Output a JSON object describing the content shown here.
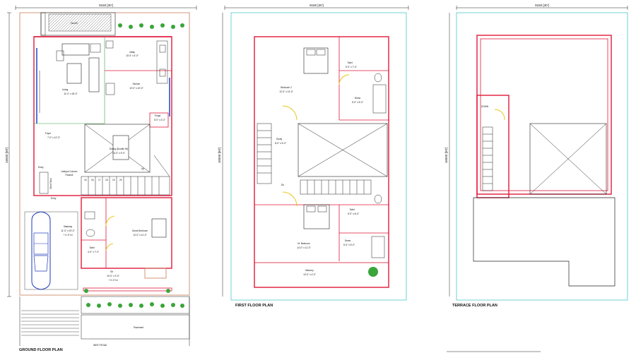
{
  "ground_floor": {
    "title": "GROUND FLOOR PLAN",
    "width_dim": "9150 [30']",
    "depth_dim": "16550 [50']",
    "rooms": {
      "duct": "Duct/S",
      "utility": "Utility",
      "utility_size": "10'-0\" x 4'-0\"",
      "living": "Living",
      "living_size": "11'-0\" x 18'-0\"",
      "kitchen": "Kitchen",
      "kitchen_size": "10'-0\" x 10'-0\"",
      "pooja": "Pooja",
      "pooja_size": "5'-0\" x 3'-0\"",
      "foyer": "Foyer",
      "foyer_size": "7'-0\" x 10'-3\"",
      "dining": "Dining (Double Ht)",
      "dining_size": "14'-0\" x 9'-0\"",
      "antique": "Antique Column",
      "antique_sub": "Feature",
      "entry": "Entry",
      "shoe_rack": "Shoe Rack",
      "entry2": "Entry",
      "stairway": "Stairway",
      "stairway_size": "11'-0\" x 19'-0\"",
      "stairway_size2": "+ 0'-0\" lvl",
      "toilet": "Toilet",
      "toilet_size": "4'-0\" x 7'-0\"",
      "guest": "Guest Bedroom",
      "guest_size": "10'-0\" x 11'-0\"",
      "sit": "Sit",
      "sit_size": "10'-0\" x 3'-0\"",
      "sit_size2": "+ 0'-0\" lvl",
      "pavement": "Pavement",
      "up": "Up",
      "road": "WEST ROAD"
    },
    "step_numbers": [
      "15",
      "16",
      "17",
      "18",
      "19",
      "20"
    ]
  },
  "first_floor": {
    "title": "FIRST FLOOR PLAN",
    "width_dim": "9150 [30']",
    "depth_dim": "16550 [50']",
    "rooms": {
      "bedroom2": "Bedroom 2",
      "bedroom2_size": "12'-0\" x 14'-0\"",
      "toilet": "Toilet",
      "toilet_size": "5'-0\" x 7'-0\"",
      "dress": "Dress",
      "dress_size": "5'-0\" x 5'-0\"",
      "study": "Study",
      "study_size": "8'-0\" x 5'-0\"",
      "toilet2": "Toilet",
      "toilet2_size": "5'-0\" x 8'-0\"",
      "master": "M. Bedroom",
      "master_size": "14'-0\" x 11'-0\"",
      "dress2": "Dress",
      "dress2_size": "5'-0\" x 5'-0\"",
      "balcony": "Balcony",
      "balcony_size": "10'-0\" x 4'-0\"",
      "dn": "Dn"
    }
  },
  "terrace_floor": {
    "title": "TERRACE FLOOR PLAN",
    "width_dim": "9150 [30']",
    "depth_dim": "16550 [50']",
    "rooms": {
      "down": "DOWN"
    }
  }
}
